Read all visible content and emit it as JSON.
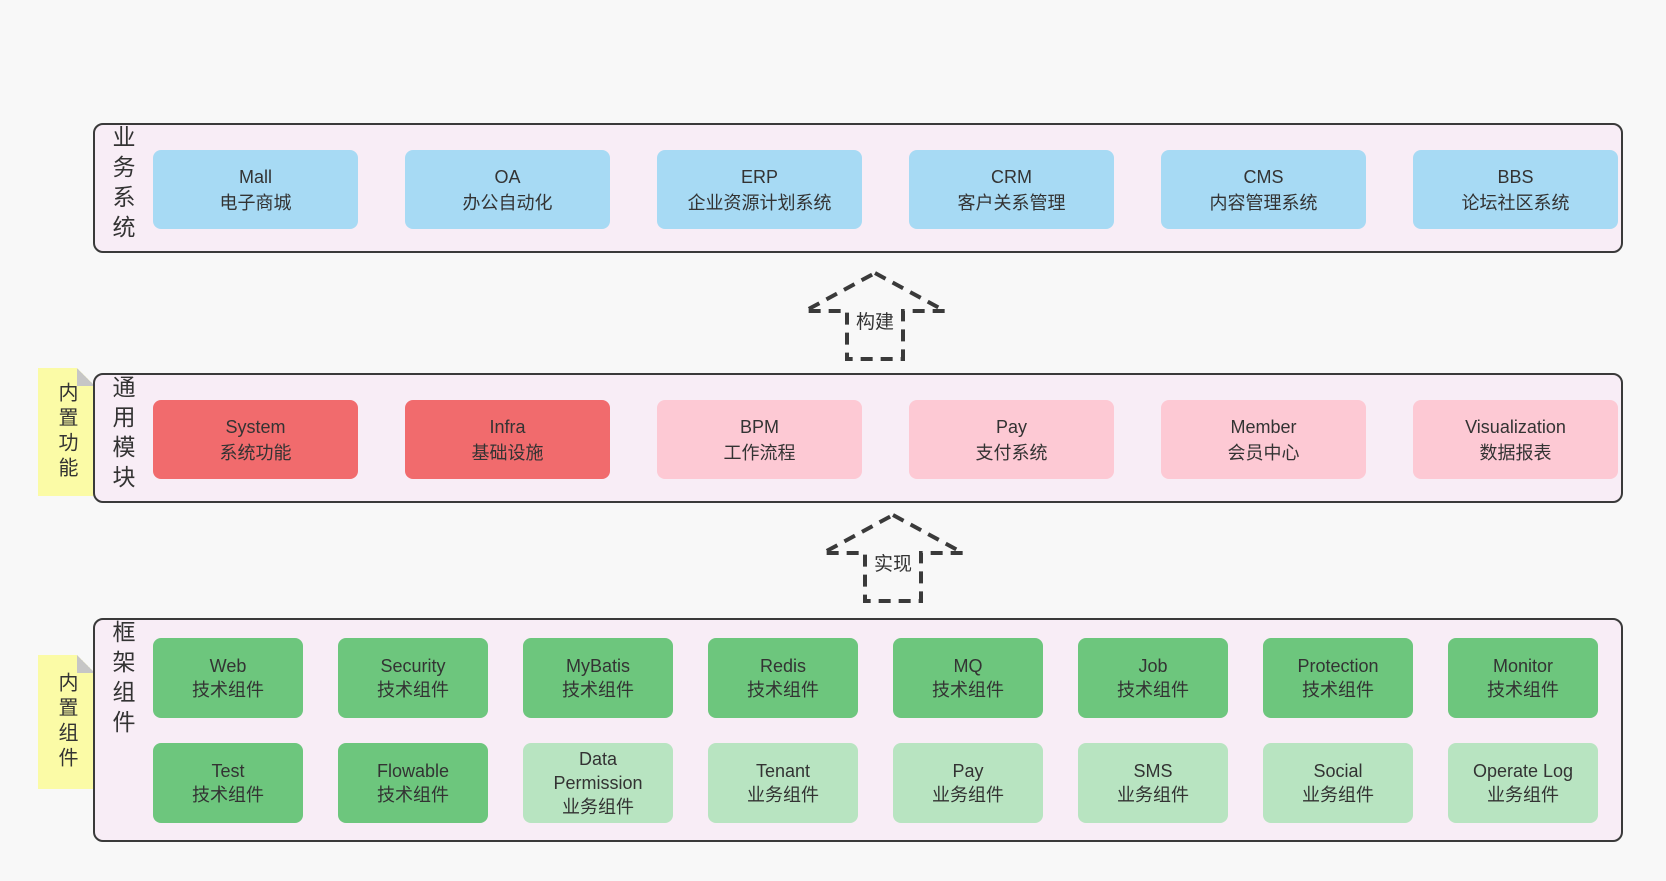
{
  "colors": {
    "page_background": "#f8f8f8",
    "band_background": "#f8edf6",
    "band_border": "#3a3a3a",
    "business_box_blue": "#a7daf4",
    "core_module_red": "#f16b6d",
    "optional_module_pink": "#fdc9d4",
    "tech_component_green": "#6dc67d",
    "biz_component_light_green": "#b8e4c1",
    "sticky_note_yellow": "#fbfba6",
    "text": "#333333"
  },
  "arrows": [
    {
      "label": "构建"
    },
    {
      "label": "实现"
    }
  ],
  "bands": [
    {
      "label": "业务系统",
      "boxes": [
        {
          "name": "Mall",
          "desc": "电子商城"
        },
        {
          "name": "OA",
          "desc": "办公自动化"
        },
        {
          "name": "ERP",
          "desc": "企业资源计划系统"
        },
        {
          "name": "CRM",
          "desc": "客户关系管理"
        },
        {
          "name": "CMS",
          "desc": "内容管理系统"
        },
        {
          "name": "BBS",
          "desc": "论坛社区系统"
        }
      ]
    },
    {
      "label": "通用模块",
      "note": "内置功能",
      "boxes": [
        {
          "name": "System",
          "desc": "系统功能"
        },
        {
          "name": "Infra",
          "desc": "基础设施"
        },
        {
          "name": "BPM",
          "desc": "工作流程"
        },
        {
          "name": "Pay",
          "desc": "支付系统"
        },
        {
          "name": "Member",
          "desc": "会员中心"
        },
        {
          "name": "Visualization",
          "desc": "数据报表"
        }
      ]
    },
    {
      "label": "框架组件",
      "note": "内置组件",
      "row1": [
        {
          "name": "Web",
          "desc": "技术组件"
        },
        {
          "name": "Security",
          "desc": "技术组件"
        },
        {
          "name": "MyBatis",
          "desc": "技术组件"
        },
        {
          "name": "Redis",
          "desc": "技术组件"
        },
        {
          "name": "MQ",
          "desc": "技术组件"
        },
        {
          "name": "Job",
          "desc": "技术组件"
        },
        {
          "name": "Protection",
          "desc": "技术组件"
        },
        {
          "name": "Monitor",
          "desc": "技术组件"
        }
      ],
      "row2": [
        {
          "name": "Test",
          "desc": "技术组件"
        },
        {
          "name": "Flowable",
          "desc": "技术组件"
        },
        {
          "name": "Data Permission",
          "desc": "业务组件"
        },
        {
          "name": "Tenant",
          "desc": "业务组件"
        },
        {
          "name": "Pay",
          "desc": "业务组件"
        },
        {
          "name": "SMS",
          "desc": "业务组件"
        },
        {
          "name": "Social",
          "desc": "业务组件"
        },
        {
          "name": "Operate Log",
          "desc": "业务组件"
        }
      ]
    }
  ]
}
